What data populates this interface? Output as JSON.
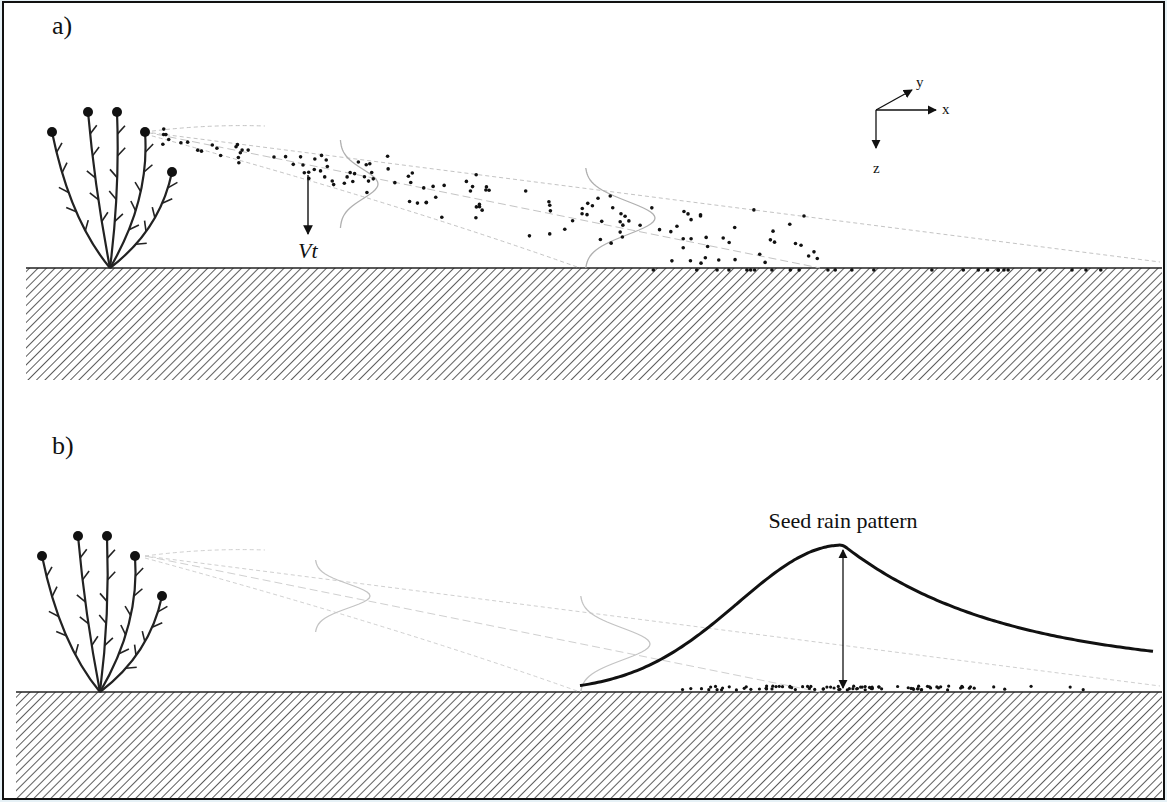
{
  "diagram": {
    "labels": [
      "a)",
      "y",
      "x",
      "z",
      "Vt",
      "b)",
      "Seed rain pattern"
    ]
  }
}
